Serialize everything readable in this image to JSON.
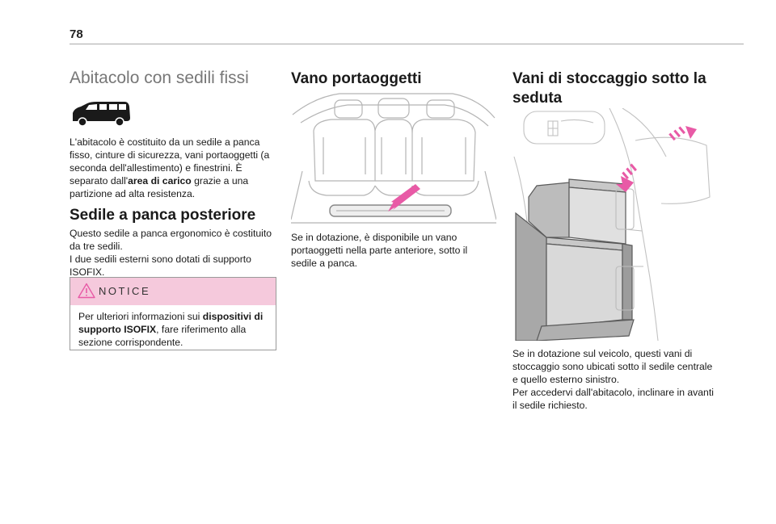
{
  "page": {
    "number": "78"
  },
  "col1": {
    "title": "Abitacolo con sedili fissi",
    "intro_part1": "L'abitacolo è costituito da un sedile a panca fisso, cinture di sicurezza, vani portaoggetti (a seconda dell'allestimento) e finestrini. È separato dall'",
    "intro_bold": "area di carico",
    "intro_part2": " grazie a una partizione ad alta resistenza.",
    "section_title": "Sedile a panca posteriore",
    "section_line1": "Questo sedile a panca ergonomico è costituito da tre sedili.",
    "section_line2": "I due sedili esterni sono dotati di supporto ISOFIX.",
    "notice": {
      "title": "NOTICE",
      "text_part1": "Per ulteriori informazioni sui ",
      "text_bold": "dispositivi di supporto ISOFIX",
      "text_part2": ", fare riferimento alla sezione corrispondente."
    }
  },
  "col2": {
    "title": "Vano portaoggetti",
    "text": "Se in dotazione, è disponibile un vano portaoggetti nella parte anteriore, sotto il sedile a panca."
  },
  "col3": {
    "title": "Vani di stoccaggio sotto la seduta",
    "line1": "Se in dotazione sul veicolo, questi vani di stoccaggio sono ubicati sotto il sedile centrale e quello esterno sinistro.",
    "line2": "Per accedervi dall'abitacolo, inclinare in avanti il sedile richiesto."
  },
  "colors": {
    "notice_bg": "#f5c9dc",
    "arrow": "#e85aa6",
    "heading_light": "#777777"
  },
  "icons": {
    "notice": "warning-triangle-icon",
    "vehicle": "van-icon"
  }
}
